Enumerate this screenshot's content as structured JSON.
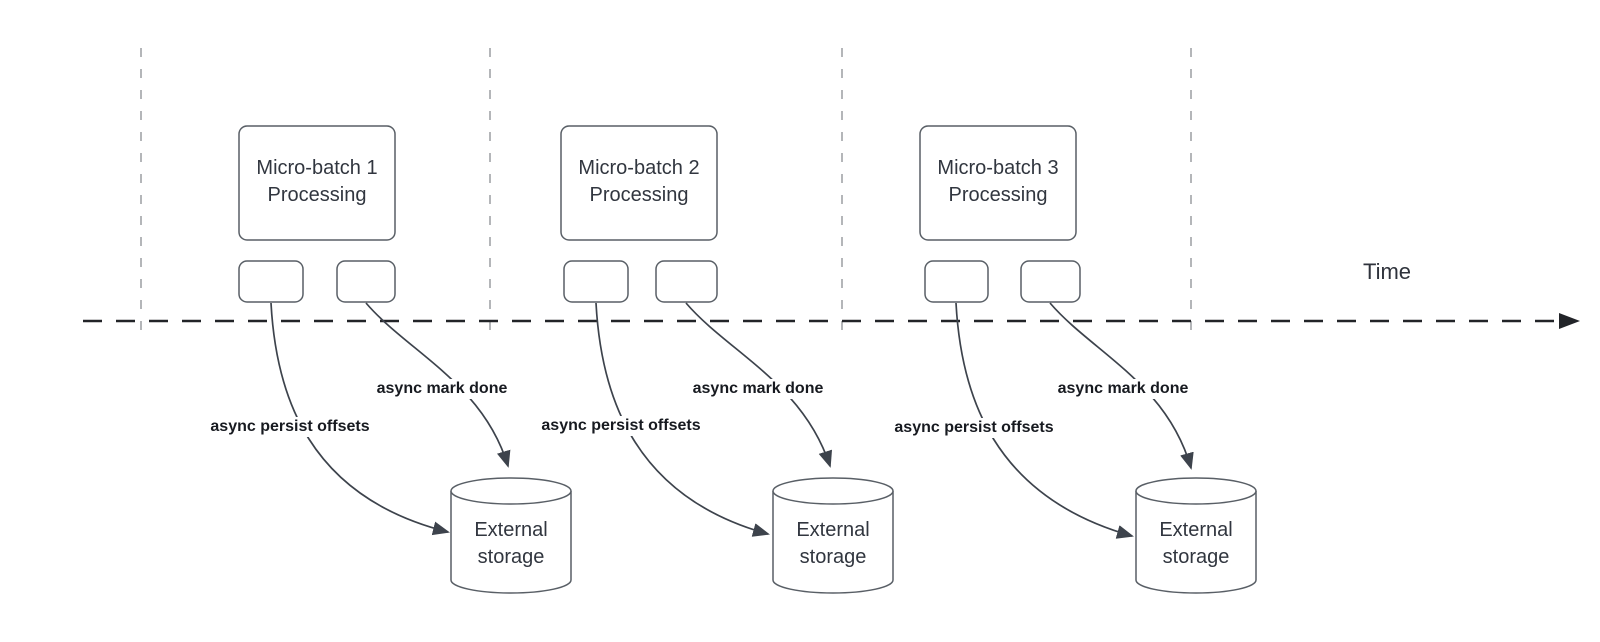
{
  "diagram": {
    "time_label": "Time",
    "batches": [
      {
        "title": "Micro-batch 1",
        "subtitle": "Processing",
        "persist_label": "async persist offsets",
        "done_label": "async mark done",
        "storage": {
          "line1": "External",
          "line2": "storage"
        }
      },
      {
        "title": "Micro-batch 2",
        "subtitle": "Processing",
        "persist_label": "async persist offsets",
        "done_label": "async mark done",
        "storage": {
          "line1": "External",
          "line2": "storage"
        }
      },
      {
        "title": "Micro-batch 3",
        "subtitle": "Processing",
        "persist_label": "async persist offsets",
        "done_label": "async mark done",
        "storage": {
          "line1": "External",
          "line2": "storage"
        }
      }
    ],
    "colors": {
      "background": "#ffffff",
      "shape_stroke": "#595f66",
      "arrow_stroke": "#3d434c",
      "timeline_stroke": "#222428",
      "divider_stroke": "#b4b6b9",
      "node_text": "#31363f",
      "annotation_text": "#171a20"
    }
  }
}
